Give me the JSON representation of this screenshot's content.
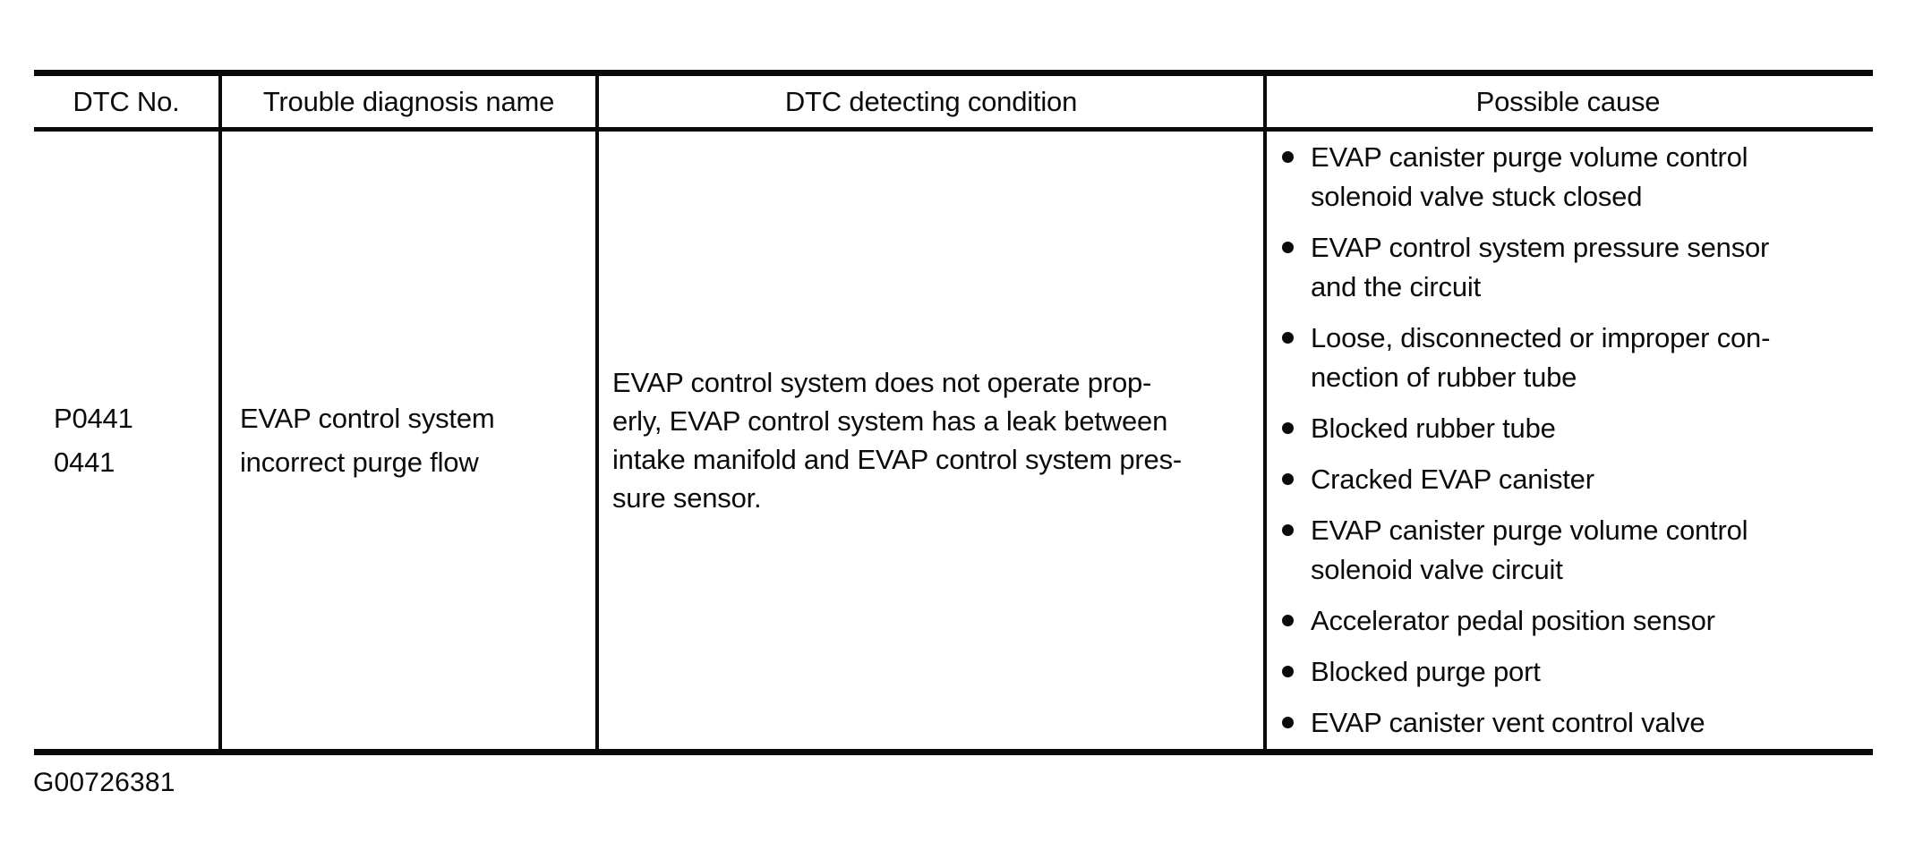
{
  "table": {
    "headers": {
      "dtc_no": "DTC No.",
      "trouble_diagnosis_name": "Trouble diagnosis name",
      "detecting_condition": "DTC detecting condition",
      "possible_cause": "Possible cause"
    },
    "row": {
      "dtc_no": "P0441\n0441",
      "trouble_diagnosis_name": "EVAP control system\nincorrect purge flow",
      "detecting_condition": "EVAP control system does not operate prop-\nerly, EVAP control system has a leak between\nintake manifold and EVAP control system pres-\nsure sensor.",
      "possible_causes": [
        "EVAP canister purge volume control\nsolenoid valve stuck closed",
        "EVAP control system pressure sensor\nand the circuit",
        "Loose, disconnected or improper con-\nnection of rubber tube",
        "Blocked rubber tube",
        "Cracked EVAP canister",
        "EVAP canister purge volume control\nsolenoid valve circuit",
        "Accelerator pedal position sensor",
        "Blocked purge port",
        "EVAP canister vent control valve"
      ]
    }
  },
  "footer": {
    "figure_id": "G00726381"
  },
  "colors": {
    "ink": "#0b0b0b",
    "background": "#ffffff"
  }
}
